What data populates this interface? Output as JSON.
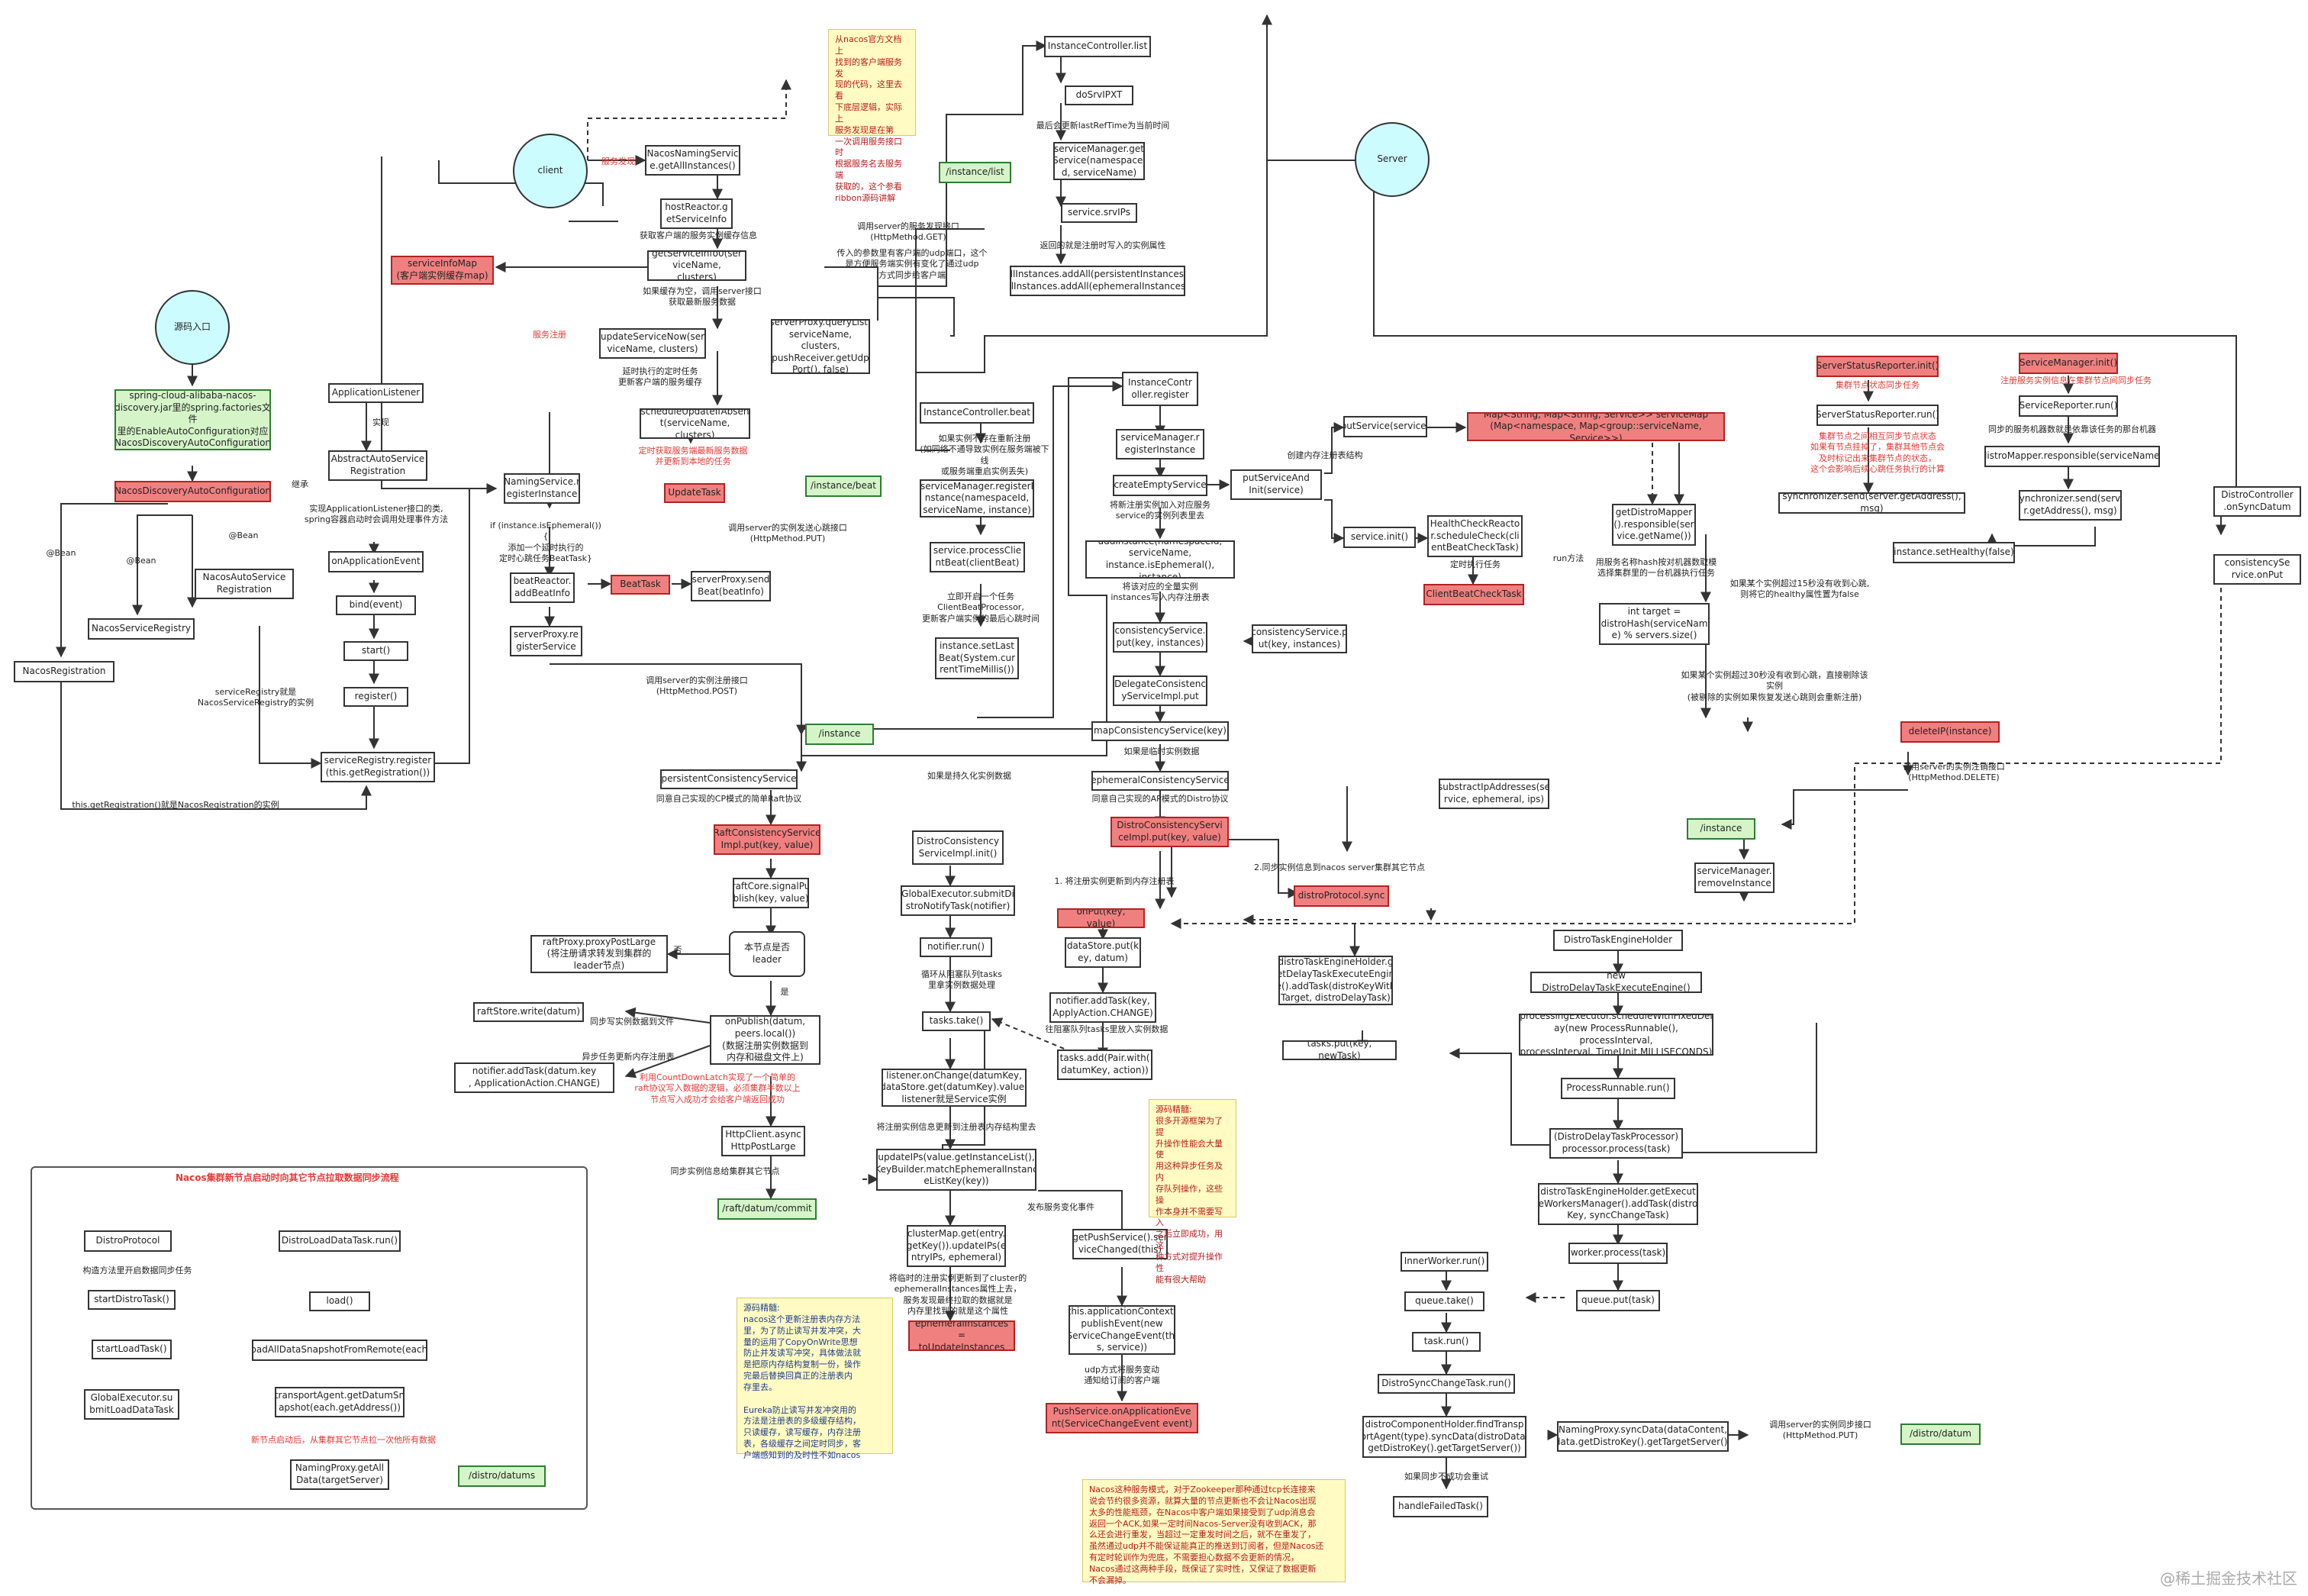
{
  "nodes": {
    "client": "client",
    "server": "Server",
    "src_entry": "源码入口",
    "factories": "spring-cloud-alibaba-nacos-\ndiscovery.jar里的spring.factories文件\n里的EnableAutoConfiguration对应\nNacosDiscoveryAutoConfiguration",
    "ndac": "NacosDiscoveryAutoConfiguration",
    "nacos_reg": "NacosRegistration",
    "nsr": "NacosServiceRegistry",
    "nasr": "NacosAutoService\nRegistration",
    "app_listener": "ApplicationListener",
    "aasr": "AbstractAutoService\nRegistration",
    "on_app_event": "onApplicationEvent",
    "bind": "bind(event)",
    "start": "start()",
    "register": "register()",
    "sr_register": "serviceRegistry.register\n(this.getRegistration())",
    "ns_getall": "NacosNamingServic\ne.getAllInstances()",
    "hr_getsi": "hostReactor.g\netServiceInfo",
    "getsi0": "getServiceInfo0(ser\nviceName, clusters)",
    "simap": "serviceInfoMap\n(客户端实例缓存map)",
    "usn": "updateServiceNow(ser\nviceName, clusters)",
    "sched": "scheduleUpdateIfAbsen\nt(serviceName, clusters)",
    "update_task": "UpdateTask",
    "sp_query": "serverProxy.queryList(\nserviceName, clusters,\npushReceiver.getUdp\nPort(), false)",
    "ns_reg": "NamingService.r\negisterInstance",
    "br_add": "beatReactor.\naddBeatInfo",
    "beat_task": "BeatTask",
    "sp_send": "serverProxy.send\nBeat(beatInfo)",
    "sp_reg": "serverProxy.re\ngisterService",
    "ic_list": "InstanceController.list",
    "do_srv": "doSrvIPXT",
    "sm_get": "serviceManager.get\nService(namespaceI\nd, serviceName)",
    "srv_ips": "service.srvIPs",
    "all_inst": "allInstances.addAll(persistentInstances);\nallInstances.addAll(ephemeralInstances);",
    "ic_beat": "InstanceController.beat",
    "sm_reg_inst": "serviceManager.registerI\nnstance(namespaceId,\nserviceName, instance)",
    "svc_proc": "service.processClie\nntBeat(clientBeat)",
    "set_last": "instance.setLast\nBeat(System.cur\nrentTimeMillis())",
    "ic_reg": "InstanceContr\noller.register",
    "sm_reg": "serviceManager.r\negisterInstance",
    "create_es": "createEmptyService",
    "put_svc_init": "putServiceAnd\nInit(service)",
    "put_svc": "putService(service)",
    "svc_map": "Map<String, Map<String, Service>> serviceMap\n(Map<namespace, Map<group::serviceName, Service>>)",
    "svc_init": "service.init()",
    "hcr": "HealthCheckReacto\nr.scheduleCheck(cli\nentBeatCheckTask)",
    "cbct": "ClientBeatCheckTask",
    "add_inst": "addInstance(namespaceId,\nserviceName,\ninstance.isEphemeral(), instance)",
    "cs_put": "consistencyService.\nput(key, instances)",
    "cs_put2": "consistencyService.p\nut(key, instances)",
    "dcs_impl": "DelegateConsistenc\nyServiceImpl.put",
    "map_cs": "mapConsistencyService(key)",
    "eph_cs": "ephemeralConsistencyService",
    "persist_cs": "persistentConsistencyService",
    "raft_put": "RaftConsistencyService\nImpl.put(key, value)",
    "raft_signal": "raftCore.signalPu\nblish(key, value)",
    "leader_q": "本节点是否\nleader",
    "raft_proxy": "raftProxy.proxyPostLarge\n(将注册请求转发到集群的\nleader节点)",
    "raft_write": "raftStore.write(datum)",
    "on_publish": "onPublish(datum,\npeers.local())\n(数据注册实例数据到\n内存和磁盘文件上)",
    "notifier_add_raft": "notifier.addTask(datum.key\n, ApplicationAction.CHANGE)",
    "http_post": "HttpClient.async\nHttpPostLarge",
    "raft_commit": "/raft/datum/commit",
    "distro_init": "DistroConsistency\nServiceImpl.init()",
    "ge_submit": "GlobalExecutor.submitDi\nstroNotifyTask(notifier)",
    "notifier_run": "notifier.run()",
    "tasks_take": "tasks.take()",
    "listener_oc": "listener.onChange(datumKey,\ndataStore.get(datumKey).value)\nlistener就是Service实例",
    "update_ips": "updateIPs(value.getInstanceList(),\nKeyBuilder.matchEphemeralInstanc\neListKey(key))",
    "cluster_map": "clusterMap.get(entry.\ngetKey()).updateIPs(e\nntryIPs, ephemeral)",
    "eph_upd": "ephemeralInstances =\ntoUpdateInstances",
    "distro_put": "DistroConsistencyServi\nceImpl.put(key, value)",
    "on_put": "onPut(key, value)",
    "ds_put": "dataStore.put(k\ney, datum)",
    "notifier_add": "notifier.addTask(key,\nApplyAction.CHANGE)",
    "tasks_add": "tasks.add(Pair.with(\ndatumKey, action))",
    "get_push": "getPushService().ser\nviceChanged(this)",
    "app_ctx": "this.applicationContext.\npublishEvent(new\nServiceChangeEvent(thi\ns, service))",
    "push_svc": "PushService.onApplicationEve\nnt(ServiceChangeEvent event)",
    "distro_sync": "distroProtocol.sync",
    "dteh_get": "distroTaskEngineHolder.g\netDelayTaskExecuteEngin\ne().addTask(distroKeyWith\nTarget, distroDelayTask)",
    "tasks_put": "tasks.put(key, newTask)",
    "dteh": "DistroTaskEngineHolder",
    "new_ddte": "new DistroDelayTaskExecuteEngine()",
    "proc_exec": "processingExecutor.scheduleWithFixedDel\nay(new ProcessRunnable(), processInterval,\nprocessInterval, TimeUnit.MILLISECONDS)",
    "proc_run": "ProcessRunnable.run()",
    "ddtp": "(DistroDelayTaskProcessor)\nprocessor.process(task)",
    "dteh_exec": "distroTaskEngineHolder.getExecut\neWorkersManager().addTask(distro\nKey, syncChangeTask)",
    "worker_proc": "worker.process(task)",
    "queue_put": "queue.put(task)",
    "inner_worker": "InnerWorker.run()",
    "queue_take": "queue.take()",
    "task_run": "task.run()",
    "dsct": "DistroSyncChangeTask.run()",
    "dch": "distroComponentHolder.findTransp\nortAgent(type).syncData(distroData,\ngetDistroKey().getTargetServer())",
    "np_sync": "NamingProxy.syncData(dataContent,\ndata.getDistroKey().getTargetServer())",
    "distro_datum": "/distro/datum",
    "handle_failed": "handleFailedTask()",
    "ssr_init": "ServerStatusReporter.init()",
    "ssr_run": "ServerStatusReporter.run()",
    "sync_send": "synchronizer.send(server.getAddress(), msg)",
    "sm_init": "ServiceManager.init()",
    "sr_run": "ServiceReporter.run()",
    "dm_resp": "distroMapper.responsible(serviceName)",
    "sync_send2": "synchronizer.send(serve\nr.getAddress(), msg)",
    "gdm": "getDistroMapper\n().responsible(ser\nvice.getName())",
    "int_target": "int target =\ndistroHash(serviceNam\ne) % servers.size()",
    "set_healthy": "instance.setHealthy(false)",
    "delete_ip": "deleteIP(instance)",
    "sub_ip": "substractIpAddresses(se\nrvice, ephemeral, ips)",
    "sm_remove": "serviceManager.\nremoveInstance",
    "dc_sync": "DistroController\n.onSyncDatum",
    "cs_on_put": "consistencySe\nrvice.onPut",
    "p_list": "/instance/list",
    "p_beat": "/instance/beat",
    "p_inst": "/instance",
    "p_inst2": "/instance",
    "ddp": "DistroProtocol",
    "start_dt": "startDistroTask()",
    "start_lt": "startLoadTask()",
    "ge_load": "GlobalExecutor.su\nbmitLoadDataTask",
    "dldt": "DistroLoadDataTask.run()",
    "load": "load()",
    "load_all": "loadAllDataSnapshotFromRemote(each)",
    "ta_get": "transportAgent.getDatumSn\napshot(each.getAddress())",
    "np_get": "NamingProxy.getAll\nData(targetServer)",
    "distro_datums": "/distro/datums"
  },
  "labels": {
    "svc_discover": "服务发现",
    "svc_register": "服务注册",
    "impl": "实现",
    "inherit": "继承",
    "bean1": "@Bean",
    "bean2": "@Bean",
    "bean3": "@Bean",
    "impl_listener": "实现ApplicationListener接口的类,\nspring容器启动时会调用处理事件方法",
    "sr_is_nsr": "serviceRegistry就是\nNacosServiceRegistry的实例",
    "get_reg": "this.getRegistration()就是NacosRegistration的实例",
    "get_local": "获取客户端的服务实例缓存信息",
    "cache_empty": "如果缓存为空，调用server接口\n获取最新服务数据",
    "timer_task": "延时执行的定时任务\n更新客户端的服务缓存",
    "timer_red": "定时获取服务端最新服务数据\n并更新到本地的任务",
    "if_eph": "if (instance.isEphemeral()){\n添加一个延时执行的\n定时心跳任务BeatTask}",
    "call_list": "调用server的服务发现接口\n(HttpMethod.GET)",
    "udp_info": "传入的参数里有客户端的udp端口，这个\n是方便服务端实例有变化了通过udp\n方式同步给客户端",
    "call_beat": "调用server的实例发送心跳接口\n(HttpMethod.PUT)",
    "call_reg": "调用server的实例注册接口\n(HttpMethod.POST)",
    "latest_refresh": "最后会更新lastRefTime为当前时间",
    "return_props": "返回的就是注册时写入的实例属性",
    "beat_not_exist": "如果实例不存在重新注册\n(如同络不通导致实例在服务端被下线\n或服务端重启实例丢失)",
    "update_beat": "立即开启一个任务\nClientBeatProcessor,\n更新客户端实例的最后心跳时间",
    "create_map": "创建内存注册表结构",
    "new_as_old": "将新注册实例加入对应服务\nservice的实例列表里去",
    "write_map": "将该对应的全量实例\ninstances写入内存注册表",
    "timer_exec": "定时执行任务",
    "run_method": "run方法",
    "heart_hash": "用服务名称hash按对机器数取模\n选择集群里的一台机器执行任务",
    "h15": "如果某个实例超过15秒没有收到心跳,\n则将它的healthy属性置为false",
    "h30": "如果某个实例超过30秒没有收到心跳，直接剔除该实例\n(被剔除的实例如果恢复发送心跳则会重新注册)",
    "call_del": "调用server的实例注销接口\n(HttpMethod.DELETE)",
    "if_persist": "如果是持久化实例数据",
    "if_ephem": "如果是临时实例数据",
    "raft_label": "同意自己实现的CP模式的简单Raft协议",
    "ap_label": "同意自己实现的AP模式的Distro协议",
    "sync_label": "2.同步实例信息到nacos server集群其它节点",
    "write_reg": "1. 将注册实例更新到内存注册表",
    "yes_label": "是",
    "no_label": "否",
    "sync_cluster": "同步写实例数据到文件",
    "async_label": "异步任务更新内存注册表",
    "cdl_red": "利用CountDownLatch实现了一个简单的\nraft协议写入数据的逻辑，必须集群半数以上\n节点写入成功才会给客户端返回成功",
    "send_follow": "同步实例信息给集群其它节点",
    "loop_queue": "循环从阻塞队列tasks\n里拿实例数据处理",
    "sync_reg": "将注册实例信息更新到注册表内存结构里去",
    "push_change": "发布服务变化事件",
    "split_eph": "将临时的注册实例更新到了cluster的\nephemeralInstances属性上去，\n服务发现最终拉取的数据就是\n内存里找到的就是这个属性",
    "insert_queue": "往阻塞队列tasks里放入实例数据",
    "udp_notify": "udp方式将服务变动\n通知给订阅的客户端",
    "health_task": "集群节点状态同步任务",
    "health_red": "集群节点之间相互同步节点状态\n如果有节点挂掉了，集群其他节点会\n及时标记出来集群节点的状态，\n这个会影响后续心跳任务执行的计算",
    "svc_sync": "注册服务实例信息在集群节点间同步任务",
    "svc_sync2": "同步的服务机器数就是依靠该任务的那台机器",
    "fail_retry": "如果同步不成功会重试",
    "call_sync": "调用server的实例同步接口\n(HttpMethod.PUT)",
    "new_sync": "新节点启动后，从集群其它节点拉一次他所有数据",
    "build_sync": "构造方法里开启数据同步任务",
    "frame_title": "Nacos集群新节点启动时向其它节点拉取数据同步流程",
    "watermark": "@稀土掘金技术社区"
  },
  "notes": {
    "n1": "从nacos官方文档上\n找到的客户端服务发\n现的代码，这里去看\n下底层逻辑，实际上\n服务发现是在第\n一次调用服务接口时\n根据服务名去服务端\n获取的，这个参看\nribbon源码讲解",
    "n2": "源码精髓:\n很多开源框架为了提\n升操作性能会大量使\n用这种异步任务及内\n存队列操作，这些操\n作本身并不需要写入\n之后立即成功，用这\n种方式对提升操作性\n能有很大帮助",
    "n3": "源码精髓:\nnacos这个更新注册表内存方法\n里，为了防止读写并发冲突，大\n量的运用了CopyOnWrite思想\n防止并发读写冲突，具体做法就\n是把原内存结构复制一份，操作\n完最后替换回真正的注册表内\n存里去。\n\nEureka防止读写并发冲突用的\n方法是注册表的多级缓存结构，\n只读缓存，读写缓存，内存注册\n表，各级缓存之间定时同步，客\n户端感知到的及时性不如nacos",
    "n4": "Nacos这种服务模式，对于Zookeeper那种通过tcp长连接来\n说会节约很多资源，就算大量的节点更新也不会让Nacos出现\n太多的性能瓶颈，在Nacos中客户端如果接受到了udp消息会\n返回一个ACK,如果一定时间Nacos-Server没有收到ACK，那\n么还会进行重发，当超过一定重发时间之后，就不在重发了，\n虽然通过udp并不能保证能真正的推送到订阅者，但是Nacos还\n有定时轮训作为兜底，不需要担心数据不会更新的情况，\nNacos通过这两种手段，既保证了实时性，又保证了数据更新\n不会漏掉。"
  },
  "colors": {
    "red_box": "#f08080",
    "green_box": "#d5f5c9",
    "circle": "#cdfcff",
    "note": "#fffbc2"
  }
}
